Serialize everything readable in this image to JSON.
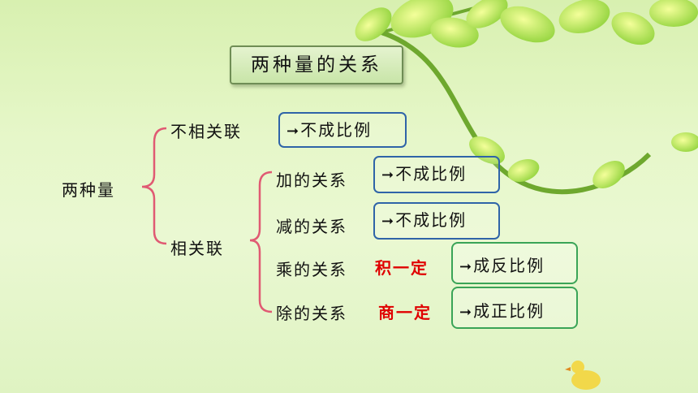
{
  "title": "两种量的关系",
  "root": "两种量",
  "branch_unrelated": {
    "label": "不相关联",
    "result": "不成比例"
  },
  "branch_related": {
    "label": "相关联",
    "items": [
      {
        "label": "加的关系",
        "condition": "",
        "result": "不成比例"
      },
      {
        "label": "减的关系",
        "condition": "",
        "result": "不成比例"
      },
      {
        "label": "乘的关系",
        "condition": "积一定",
        "result": "成反比例"
      },
      {
        "label": "除的关系",
        "condition": "商一定",
        "result": "成正比例"
      }
    ]
  },
  "arrow_glyph": "➞",
  "colors": {
    "result_box": "#2f64a8",
    "proportion_box": "#3aa457",
    "condition_text": "#e00000",
    "bracket": "#e05a73"
  }
}
